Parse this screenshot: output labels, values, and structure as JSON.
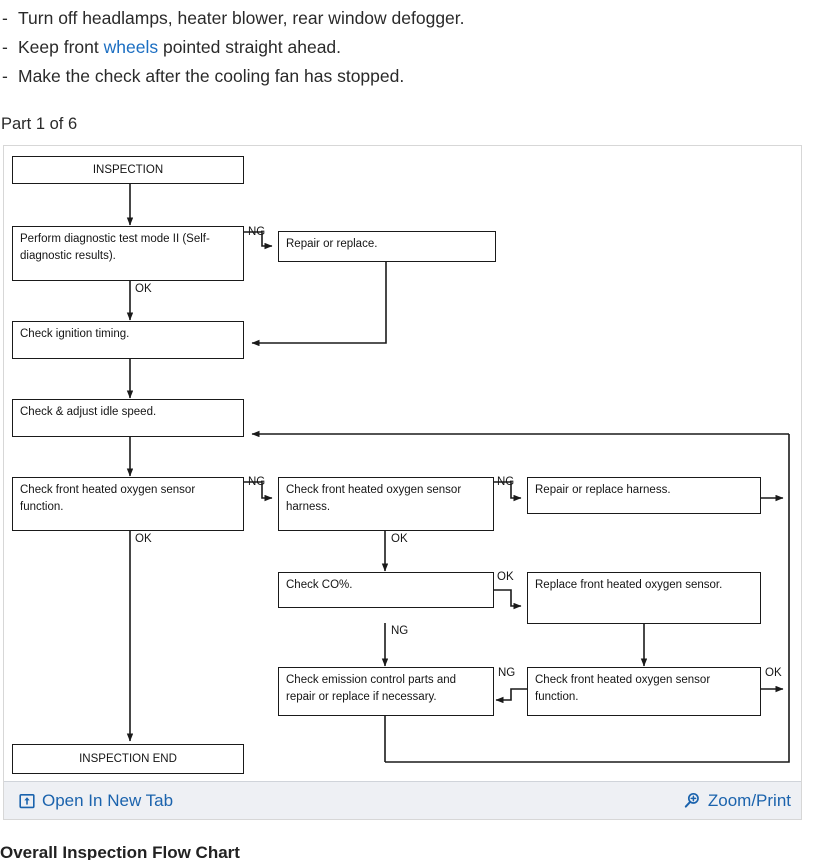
{
  "intro": {
    "items": [
      {
        "dash": "-",
        "pre": "Turn off headlamps, heater blower, rear window defogger.",
        "link": "",
        "post": ""
      },
      {
        "dash": "-",
        "pre": "Keep front ",
        "link": "wheels",
        "post": " pointed straight ahead."
      },
      {
        "dash": "-",
        "pre": "Make the check after the cooling fan has stopped.",
        "link": "",
        "post": ""
      }
    ]
  },
  "part_label": "Part 1 of 6",
  "figure": {
    "boxes": {
      "inspection_start": "INSPECTION",
      "diagnostic_mode": "Perform diagnostic test mode II (Self-diagnostic results).",
      "repair_or_replace": "Repair or replace.",
      "check_ignition_timing": "Check ignition timing.",
      "check_idle_speed": "Check & adjust idle speed.",
      "check_o2_function": "Check front heated oxygen sensor function.",
      "check_o2_harness": "Check front heated oxygen sensor harness.",
      "repair_replace_harness": "Repair or replace harness.",
      "check_co": "Check CO%.",
      "replace_o2_sensor": "Replace front heated oxygen sensor.",
      "check_emission_parts": "Check emission control parts and repair or replace if necessary.",
      "check_o2_function_2": "Check front heated oxygen sensor function.",
      "inspection_end": "INSPECTION END"
    },
    "edge_labels": {
      "ng_1": "NG",
      "ok_1": "OK",
      "ng_2": "NG",
      "ok_2": "OK",
      "ng_3": "NG",
      "ok_3": "OK",
      "ok_4": "OK",
      "ng_4": "NG",
      "ng_5": "NG",
      "ok_5": "OK"
    },
    "toolbar": {
      "open_new_tab": "Open In New Tab",
      "zoom_print": "Zoom/Print",
      "open_icon": "open-in-new-tab-icon",
      "zoom_icon": "magnifier-plus-icon"
    }
  },
  "bottom_heading": "Overall Inspection Flow Chart",
  "colors": {
    "link": "#1b6ec2",
    "toolbar_link": "#1b63ad",
    "toolbar_bg": "#eef0f4",
    "panel_border": "#d7d7d7",
    "stroke": "#1a1a1a"
  }
}
